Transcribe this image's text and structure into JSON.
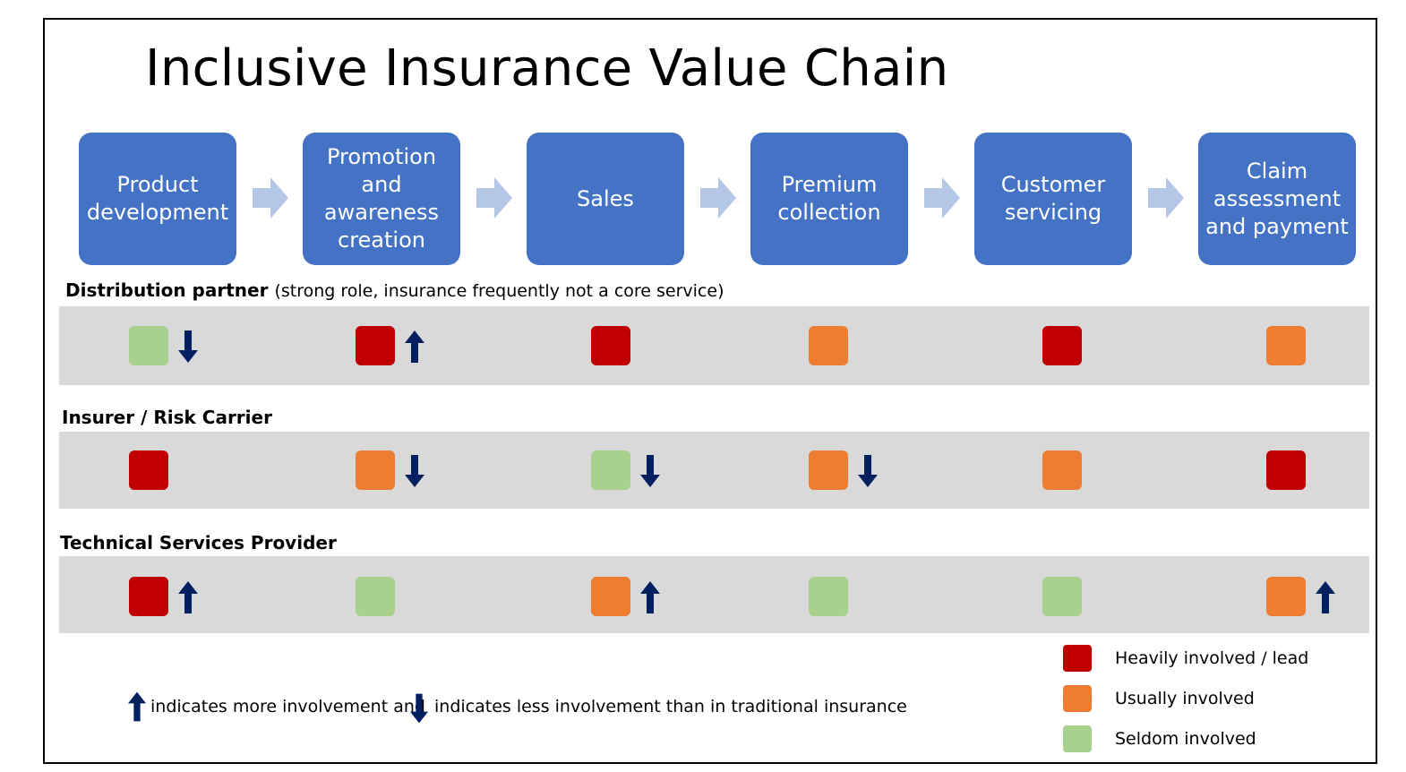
{
  "title": "Inclusive Insurance Value Chain",
  "colors": {
    "stage_fill": "#4472c4",
    "chevron": "#b4c7e7",
    "band": "#d9d9d9",
    "heavy": "#c00000",
    "usual": "#ed7d31",
    "seldom": "#a9d18e",
    "arrow": "#002060"
  },
  "stages": [
    {
      "label": "Product development"
    },
    {
      "label": "Promotion and awareness creation"
    },
    {
      "label": "Sales"
    },
    {
      "label": "Premium collection"
    },
    {
      "label": "Customer servicing"
    },
    {
      "label": "Claim assessment and payment"
    }
  ],
  "rows": [
    {
      "name": "Distribution partner",
      "subtitle": "(strong role, insurance frequently not a core service)",
      "cells": [
        {
          "level": "seldom",
          "trend": "down"
        },
        {
          "level": "heavy",
          "trend": "up"
        },
        {
          "level": "heavy",
          "trend": ""
        },
        {
          "level": "usual",
          "trend": ""
        },
        {
          "level": "heavy",
          "trend": ""
        },
        {
          "level": "usual",
          "trend": ""
        }
      ]
    },
    {
      "name": "Insurer / Risk Carrier",
      "subtitle": "",
      "cells": [
        {
          "level": "heavy",
          "trend": ""
        },
        {
          "level": "usual",
          "trend": "down"
        },
        {
          "level": "seldom",
          "trend": "down"
        },
        {
          "level": "usual",
          "trend": "down"
        },
        {
          "level": "usual",
          "trend": ""
        },
        {
          "level": "heavy",
          "trend": ""
        }
      ]
    },
    {
      "name": "Technical Services Provider",
      "subtitle": "",
      "cells": [
        {
          "level": "heavy",
          "trend": "up"
        },
        {
          "level": "seldom",
          "trend": ""
        },
        {
          "level": "usual",
          "trend": "up"
        },
        {
          "level": "seldom",
          "trend": ""
        },
        {
          "level": "seldom",
          "trend": ""
        },
        {
          "level": "usual",
          "trend": "up"
        }
      ]
    }
  ],
  "legend": [
    {
      "level": "heavy",
      "label": "Heavily involved / lead"
    },
    {
      "level": "usual",
      "label": "Usually involved"
    },
    {
      "level": "seldom",
      "label": "Seldom involved"
    }
  ],
  "note": {
    "more_text": "indicates more involvement and",
    "less_text": "indicates less involvement than in traditional insurance"
  }
}
